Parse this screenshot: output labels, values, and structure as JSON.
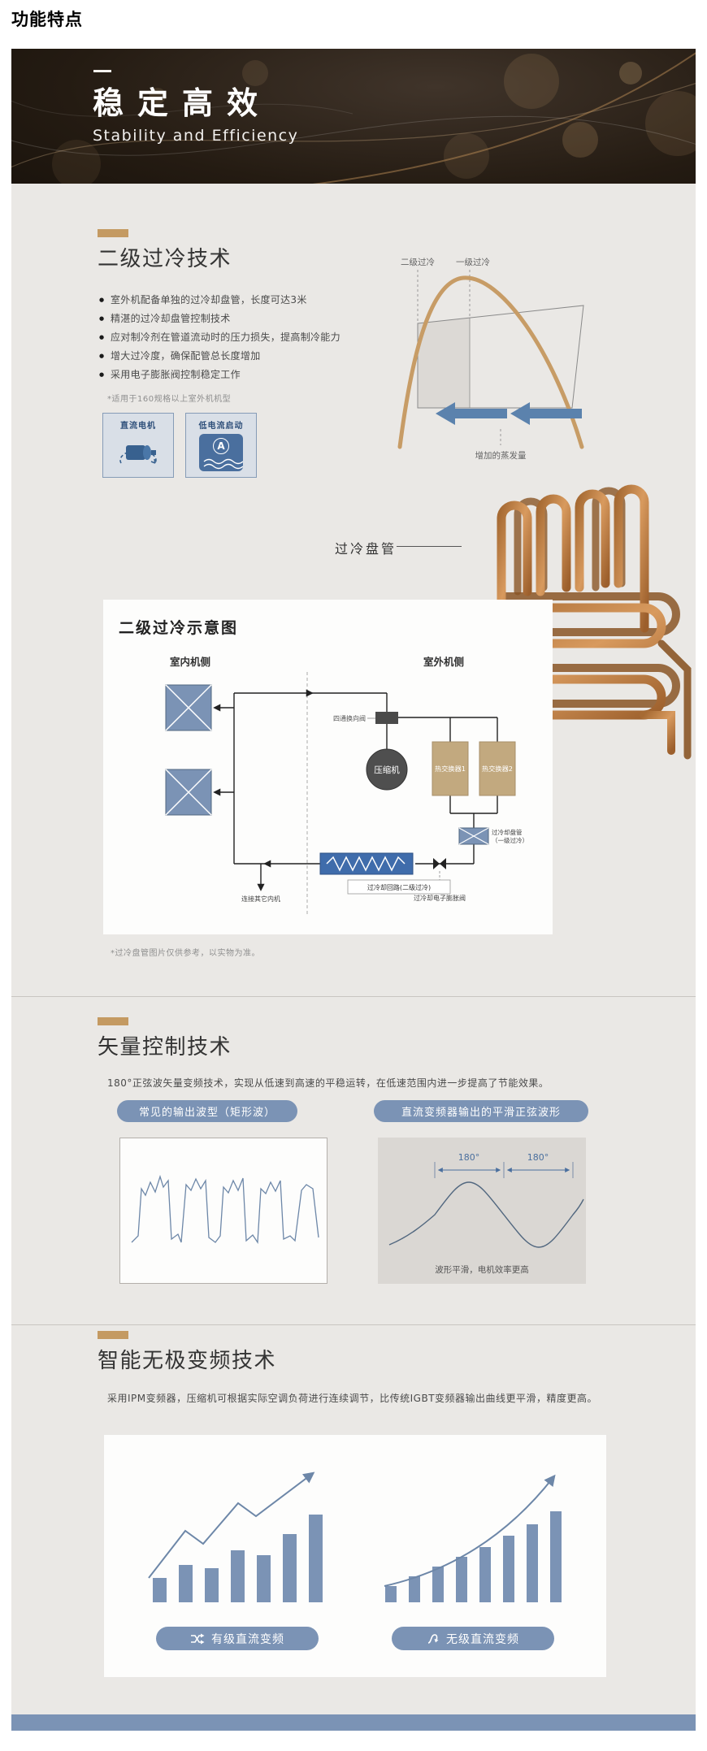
{
  "page_title": "功能特点",
  "banner": {
    "title": "稳定高效",
    "subtitle": "Stability and Efficiency"
  },
  "subcooling": {
    "heading": "二级过冷技术",
    "bullets": [
      "室外机配备单独的过冷却盘管，长度可达3米",
      "精湛的过冷却盘管控制技术",
      "应对制冷剂在管道流动时的压力损失，提高制冷能力",
      "增大过冷度，确保配管总长度增加",
      "采用电子膨胀阀控制稳定工作"
    ],
    "note": "*适用于160规格以上室外机机型",
    "icon_cards": [
      {
        "label": "直流电机"
      },
      {
        "label": "低电流启动",
        "letter": "A"
      }
    ],
    "ph_chart": {
      "secondary_label": "二级过冷",
      "primary_label": "一级过冷",
      "evaporation_label": "增加的蒸发量"
    },
    "coil_label": "过冷盘管",
    "schematic": {
      "title": "二级过冷示意图",
      "indoor_side": "室内机侧",
      "outdoor_side": "室外机侧",
      "four_way_valve": "四通换向阀",
      "compressor": "压缩机",
      "heat_exchanger_1": "热交换器1",
      "heat_exchanger_2": "热交换器2",
      "subcool_coil_line1": "过冷却盘管",
      "subcool_coil_line2": "（一级过冷）",
      "subcool_loop": "过冷却回路(二级过冷)",
      "subcool_eev": "过冷却电子膨胀阀",
      "connect_other_units": "连接其它内机"
    },
    "photo_note": "*过冷盘管图片仅供参考，以实物为准。"
  },
  "vector_control": {
    "heading": "矢量控制技术",
    "description": "180°正弦波矢量变频技术，实现从低速到高速的平稳运转，在低速范围内进一步提高了节能效果。",
    "left_panel_title": "常见的输出波型（矩形波）",
    "right_panel_title": "直流变频器输出的平滑正弦波形",
    "deg_left": "180°",
    "deg_right": "180°",
    "caption": "波形平滑，电机效率更高"
  },
  "inverter": {
    "heading": "智能无极变频技术",
    "description": "采用IPM变频器，压缩机可根据实际空调负荷进行连续调节，比传统IGBT变频器输出曲线更平滑，精度更高。",
    "charts": [
      {
        "label": "有级直流变频",
        "trend": "stepped",
        "bars": [
          30,
          46,
          42,
          64,
          58,
          84,
          108
        ]
      },
      {
        "label": "无级直流变频",
        "trend": "smooth",
        "bars": [
          20,
          32,
          44,
          56,
          68,
          82,
          96,
          112
        ]
      }
    ]
  },
  "chart_data": [
    {
      "type": "line",
      "title": "常见的输出波型（矩形波）",
      "note": "jagged rectangular inverter output waveform, no axes labeled"
    },
    {
      "type": "line",
      "title": "直流变频器输出的平滑正弦波形",
      "annotations": [
        "180°",
        "180°",
        "波形平滑，电机效率更高"
      ],
      "note": "smooth sine waveform with two half-period spans marked 180°"
    },
    {
      "type": "bar",
      "title": "有级直流变频",
      "values": [
        30,
        46,
        42,
        64,
        58,
        84,
        108
      ],
      "overlay": "stepped rising arrow"
    },
    {
      "type": "bar",
      "title": "无级直流变频",
      "values": [
        20,
        32,
        44,
        56,
        68,
        82,
        96,
        112
      ],
      "overlay": "smooth rising arrow"
    }
  ]
}
